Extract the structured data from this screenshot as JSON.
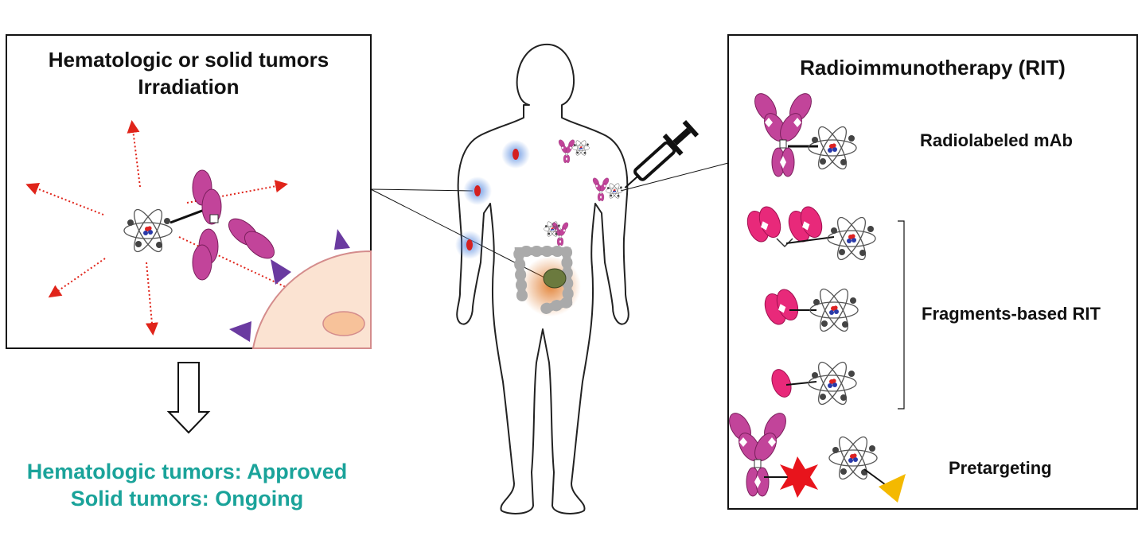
{
  "left_panel": {
    "title_line1": "Hematologic or solid tumors",
    "title_line2": "Irradiation"
  },
  "outcome": {
    "line1": "Hematologic tumors: Approved",
    "line2": "Solid tumors: Ongoing",
    "color": "#1aa39a"
  },
  "rit_panel": {
    "title": "Radioimmunotherapy (RIT)",
    "labels": {
      "radiolabeled": "Radiolabeled mAb",
      "fragments": "Fragments-based RIT",
      "pretargeting": "Pretargeting"
    }
  },
  "colors": {
    "antibody": "#c2449a",
    "fragment": "#e8297a",
    "radiation_arrow": "#e0241a",
    "tumor_cell": "#fbe3d2",
    "antigen": "#6a3aa0",
    "hapten_star": "#e8141c",
    "hapten_triangle": "#f4b900",
    "tumor_glow": "#5b8de0"
  }
}
